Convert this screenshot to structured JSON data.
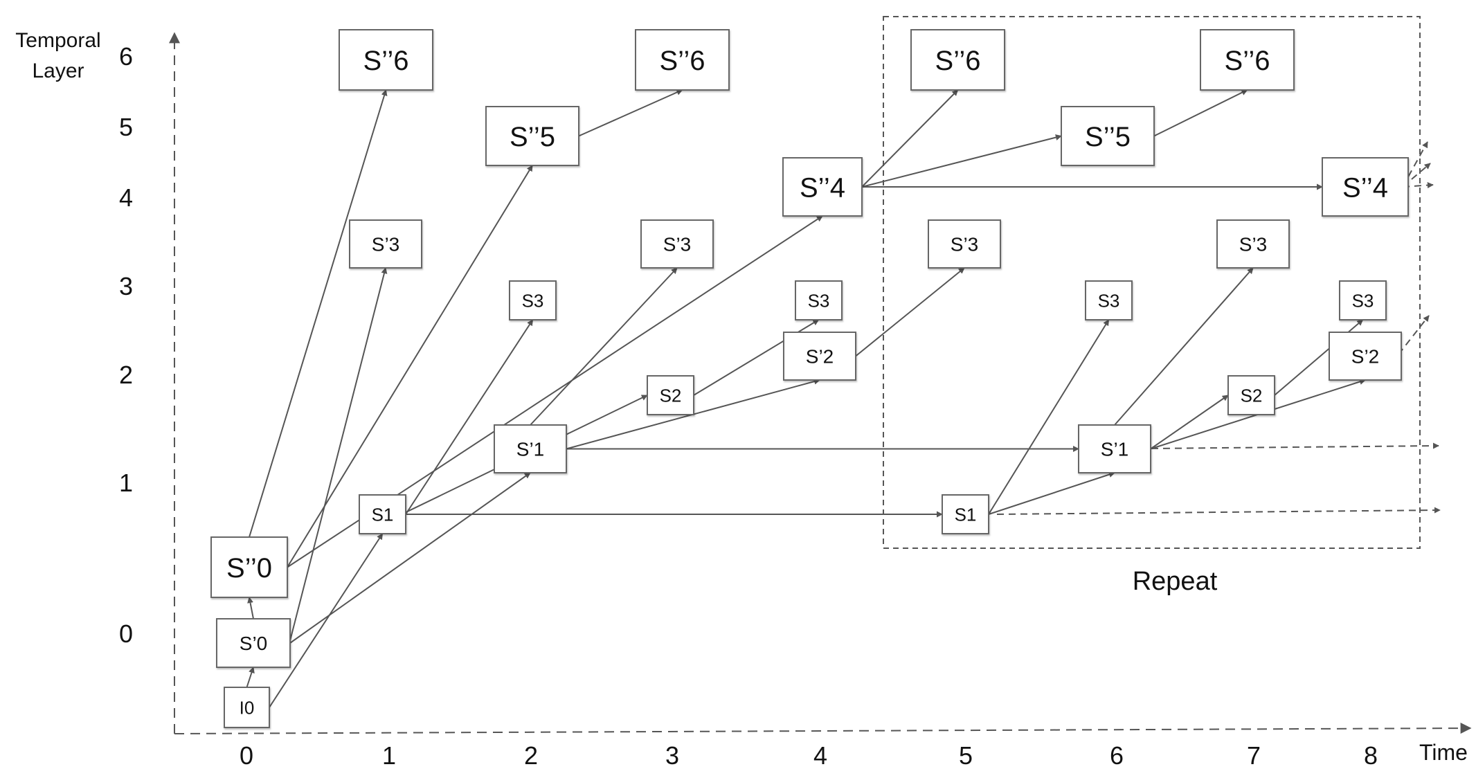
{
  "axes": {
    "y_title_line1": "Temporal",
    "y_title_line2": "Layer",
    "x_title": "Time",
    "y_ticks": [
      "6",
      "5",
      "4",
      "3",
      "2",
      "1",
      "0"
    ],
    "x_ticks": [
      "0",
      "1",
      "2",
      "3",
      "4",
      "5",
      "6",
      "7",
      "8"
    ]
  },
  "repeat_label": "Repeat",
  "frames": [
    {
      "id": "I0",
      "label": "I0"
    },
    {
      "id": "Sp0",
      "label": "S’0"
    },
    {
      "id": "Spp0",
      "label": "S’’0"
    },
    {
      "id": "S1a",
      "label": "S1"
    },
    {
      "id": "Spp6a",
      "label": "S’’6"
    },
    {
      "id": "Sp3a",
      "label": "S’3"
    },
    {
      "id": "Spp5a",
      "label": "S’’5"
    },
    {
      "id": "S3a",
      "label": "S3"
    },
    {
      "id": "Sp1a",
      "label": "S’1"
    },
    {
      "id": "Spp6b",
      "label": "S’’6"
    },
    {
      "id": "Sp3b",
      "label": "S’3"
    },
    {
      "id": "S2a",
      "label": "S2"
    },
    {
      "id": "Spp4a",
      "label": "S’’4"
    },
    {
      "id": "S3b",
      "label": "S3"
    },
    {
      "id": "Sp2a",
      "label": "S’2"
    },
    {
      "id": "Spp6c",
      "label": "S’’6"
    },
    {
      "id": "Sp3c",
      "label": "S’3"
    },
    {
      "id": "S1b",
      "label": "S1"
    },
    {
      "id": "Spp5b",
      "label": "S’’5"
    },
    {
      "id": "S3c",
      "label": "S3"
    },
    {
      "id": "Sp1b",
      "label": "S’1"
    },
    {
      "id": "Spp6d",
      "label": "S’’6"
    },
    {
      "id": "Sp3d",
      "label": "S’3"
    },
    {
      "id": "S2b",
      "label": "S2"
    },
    {
      "id": "Spp4b",
      "label": "S’’4"
    },
    {
      "id": "S3d",
      "label": "S3"
    },
    {
      "id": "Sp2b",
      "label": "S’2"
    }
  ]
}
